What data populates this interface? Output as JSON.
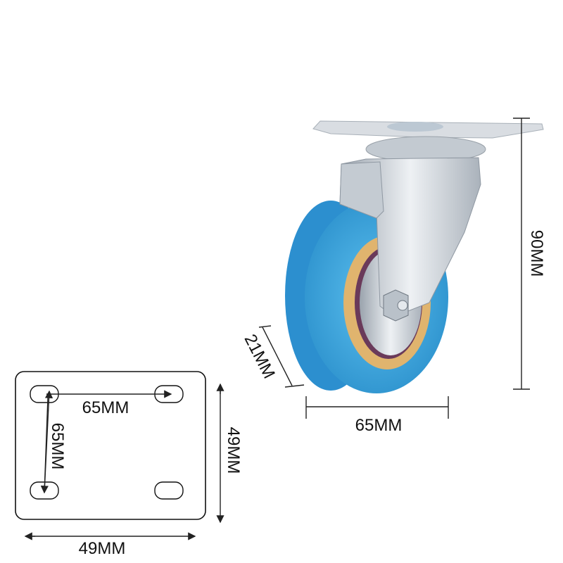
{
  "caster": {
    "height_label": "90MM",
    "wheel_width_label": "21MM",
    "wheel_diameter_label": "65MM"
  },
  "mounting_plate": {
    "hole_spacing_horizontal_label": "65MM",
    "hole_spacing_vertical_label": "65MM",
    "plate_height_label": "49MM",
    "plate_width_label": "49MM"
  },
  "colors": {
    "wheel": "#3aa6de",
    "hub_ring": "#e0b46e",
    "metal": "#d6dbe0"
  }
}
